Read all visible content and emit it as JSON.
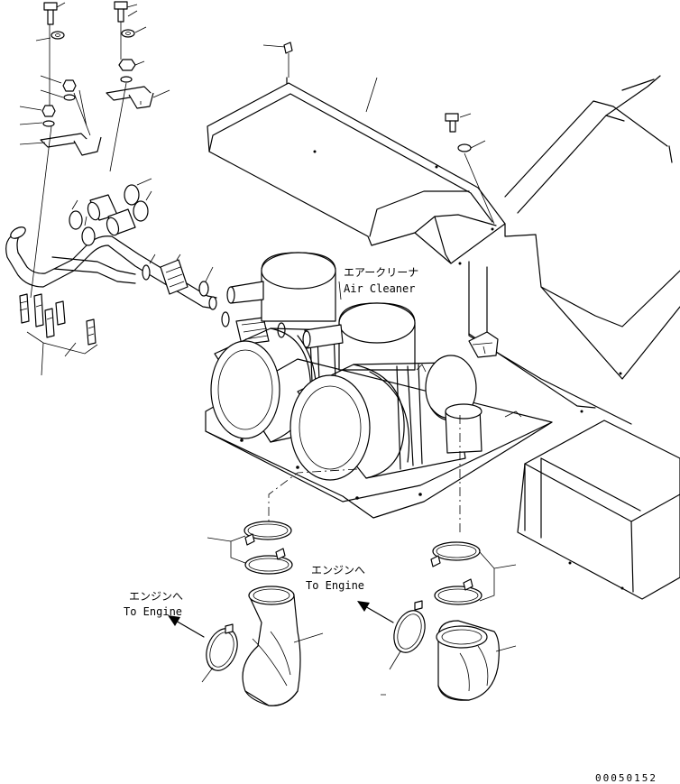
{
  "labels": {
    "air_cleaner_jp": "エアークリーナ",
    "air_cleaner_en": "Air Cleaner",
    "engine_left_jp": "エンジンへ",
    "engine_left_en": "To Engine",
    "engine_right_jp": "エンジンへ",
    "engine_right_en": "To Engine"
  },
  "drawing_number": "00050152",
  "colors": {
    "line": "#000000",
    "background": "#ffffff"
  }
}
